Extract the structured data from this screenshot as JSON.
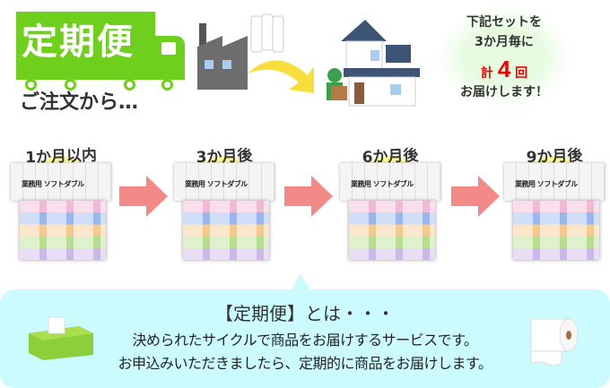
{
  "header": {
    "title": "定期便",
    "order_text": "ご注文から…"
  },
  "bubble": {
    "line1": "下記セットを",
    "line2": "3か月毎に",
    "count_prefix": "計",
    "count": "4",
    "count_suffix": "回",
    "line4": "お届けします！"
  },
  "schedule": [
    {
      "label": "1か月以内"
    },
    {
      "label": "3か月後"
    },
    {
      "label": "6か月後"
    },
    {
      "label": "9か月後"
    }
  ],
  "product_label": "業務用 ソフトダブル",
  "info": {
    "title": "【定期便】とは・・・",
    "line1": "決められたサイクルで商品をお届けするサービスです。",
    "line2": "お申込みいただきましたら、定期的に商品をお届けします。"
  },
  "colors": {
    "brand_green": "#6fcf1d",
    "arrow": "#f48a87",
    "panel": "#ccfbff",
    "accent_red": "#e00000"
  }
}
